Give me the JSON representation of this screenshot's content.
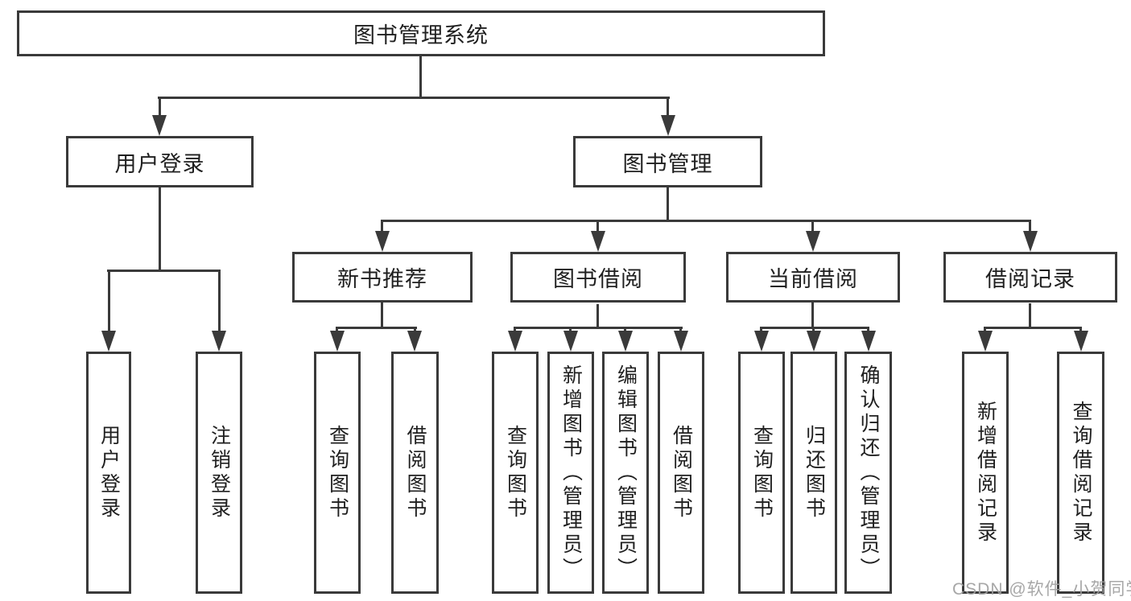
{
  "diagram": {
    "root": {
      "label": "图书管理系统"
    },
    "level2": [
      {
        "label": "用户登录"
      },
      {
        "label": "图书管理"
      }
    ],
    "level3": [
      {
        "label": "新书推荐"
      },
      {
        "label": "图书借阅"
      },
      {
        "label": "当前借阅"
      },
      {
        "label": "借阅记录"
      }
    ],
    "leaves": {
      "user_login": [
        "用户登录",
        "注销登录"
      ],
      "new_book": [
        "查询图书",
        "借阅图书"
      ],
      "book_borrow": [
        "查询图书",
        "新增图书（管理员）",
        "编辑图书（管理员）",
        "借阅图书"
      ],
      "current_borrow": [
        "查询图书",
        "归还图书",
        "确认归还（管理员）"
      ],
      "borrow_record": [
        "新增借阅记录",
        "查询借阅记录"
      ]
    },
    "colors": {
      "line": "#3a3a3a",
      "text": "#1f1f1f",
      "background": "#ffffff",
      "watermark": "#a0a0a0"
    }
  },
  "watermark": {
    "text": "CSDN @软件_小贺同学"
  }
}
